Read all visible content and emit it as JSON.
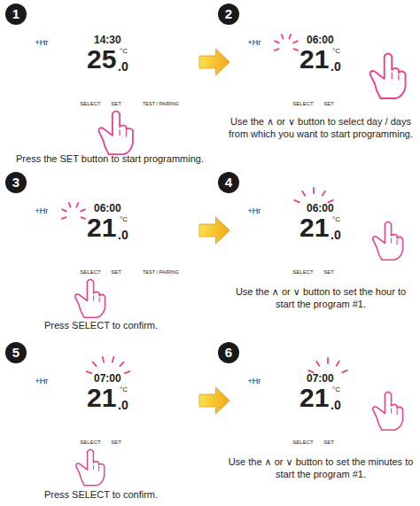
{
  "diagram": {
    "nodes": [
      {
        "text": [
          "1"
        ]
      },
      {
        "text": [
          "+Hr",
          "14:30",
          "25",
          ".0",
          "°C",
          "SELECT",
          "SET",
          "TEST / PAIRING"
        ]
      },
      {
        "text": [
          "2"
        ]
      },
      {
        "text": [
          "+Hr",
          "06:00",
          "21",
          ".0",
          "°C",
          "SELECT",
          "SET"
        ]
      },
      {
        "text": [
          "3"
        ]
      },
      {
        "text": [
          "+Hr",
          "06:00",
          "21",
          ".0",
          "°C",
          "SELECT",
          "SET",
          "TEST / PAIRING"
        ]
      },
      {
        "text": [
          "4"
        ]
      },
      {
        "text": [
          "+Hr",
          "06:00",
          "21",
          ".0",
          "°C",
          "SELECT",
          "SET"
        ]
      },
      {
        "text": [
          "5"
        ]
      },
      {
        "text": [
          "+Hr",
          "07:00",
          "21",
          ".0",
          "°C",
          "SELECT",
          "SET"
        ]
      },
      {
        "text": [
          "6"
        ]
      },
      {
        "text": [
          "+Hr",
          "07:00",
          "21",
          ".0",
          "°C",
          "SELECT",
          "SET"
        ]
      }
    ],
    "edges": [
      {
        "from": 1,
        "to": 3,
        "arrow": "to"
      },
      {
        "from": 5,
        "to": 7,
        "arrow": "to"
      },
      {
        "from": 9,
        "to": 11,
        "arrow": "to"
      }
    ],
    "labels": [
      "Press the SET button to start programming.",
      "Use the ∧ or ∨ button to select day / days from which you want to start programming.",
      "Press SELECT to confirm.",
      "Use the ∧ or ∨ button to set the hour to start the program #1.",
      "Press SELECT to confirm.",
      "Use the ∧ or ∨ button to set the minutes to start the program #1."
    ]
  }
}
